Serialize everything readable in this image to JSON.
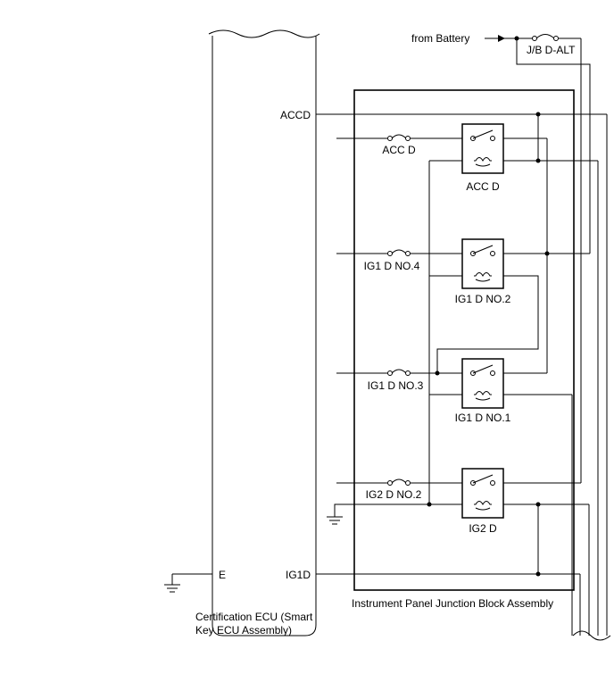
{
  "source": {
    "from_battery": "from Battery",
    "fuse_jb": "J/B D-ALT"
  },
  "ecu": {
    "terminal_accd": "ACCD",
    "terminal_e": "E",
    "terminal_ig1d": "IG1D",
    "label_line1": "Certification ECU (Smart",
    "label_line2": "Key ECU Assembly)"
  },
  "junction_block": {
    "label": "Instrument Panel Junction Block Assembly"
  },
  "fuses": [
    "ACC D",
    "IG1 D NO.4",
    "IG1 D NO.3",
    "IG2 D NO.2"
  ],
  "relays": [
    "ACC D",
    "IG1 D NO.2",
    "IG1 D NO.1",
    "IG2 D"
  ]
}
